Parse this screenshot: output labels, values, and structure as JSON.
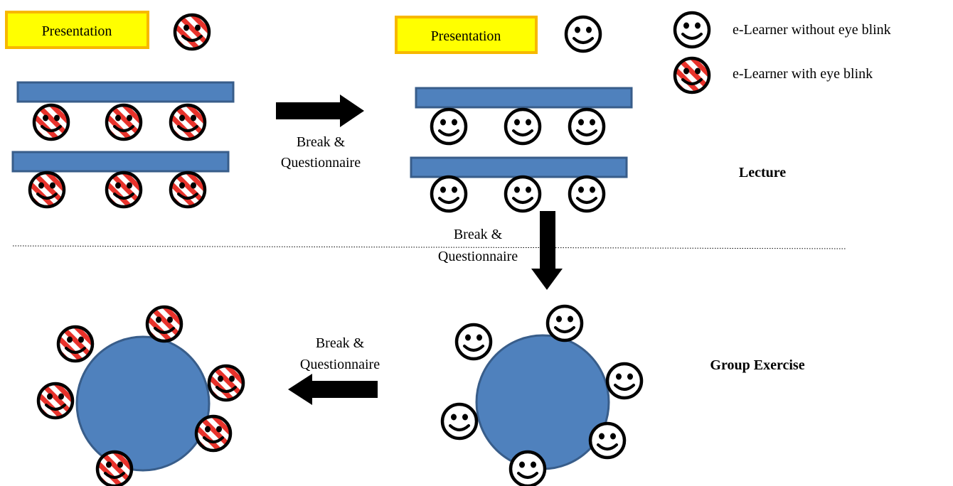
{
  "legend": {
    "without_blink": {
      "label": "e-Learner without eye blink",
      "icon": "smiley-plain-icon"
    },
    "with_blink": {
      "label": "e-Learner with eye blink",
      "icon": "smiley-striped-icon"
    }
  },
  "presentation_label": "Presentation",
  "break_label": {
    "line1": "Break &",
    "line2": "Questionnaire"
  },
  "sections": {
    "lecture": "Lecture",
    "group_exercise": "Group Exercise"
  },
  "colors": {
    "desk_fill": "#4f81bd",
    "desk_stroke": "#385d8a",
    "presentation_fill": "#ffff00",
    "presentation_stroke": "#f7b800",
    "stripe_red": "#e8322b",
    "arrow": "#000000"
  }
}
